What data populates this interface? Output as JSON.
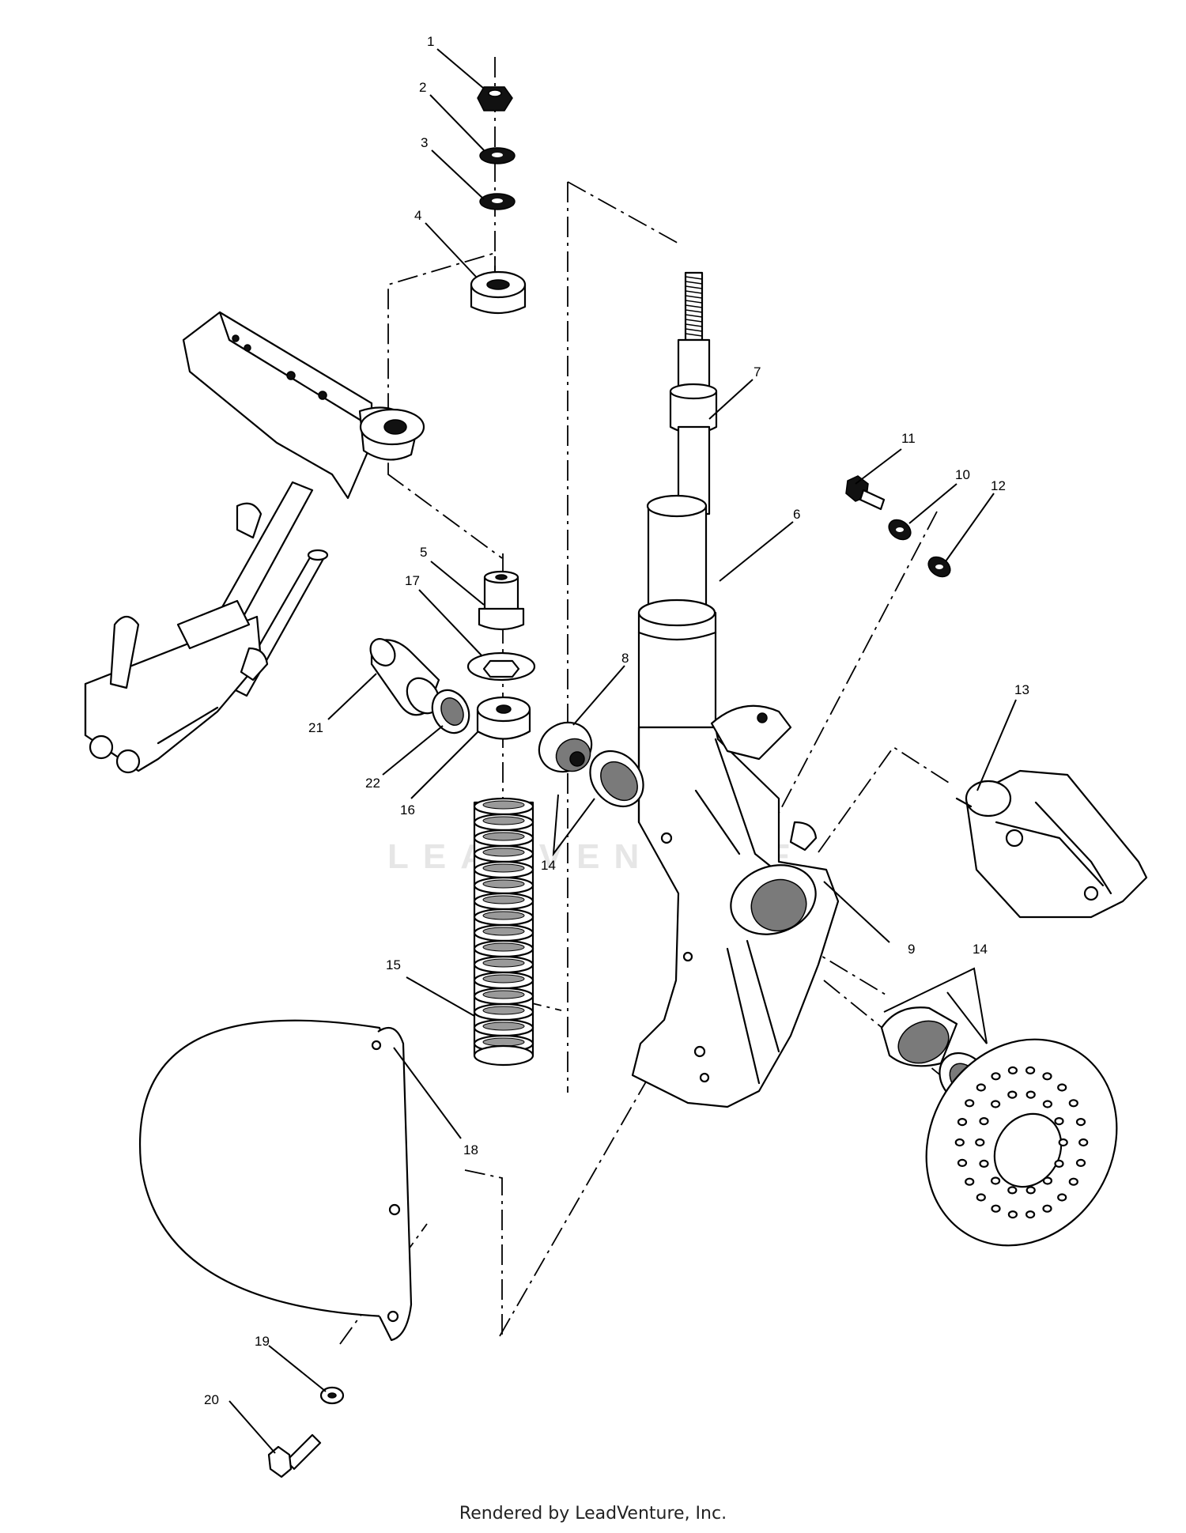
{
  "diagram": {
    "callouts": [
      {
        "id": "1",
        "label": "1"
      },
      {
        "id": "2",
        "label": "2"
      },
      {
        "id": "3",
        "label": "3"
      },
      {
        "id": "4",
        "label": "4"
      },
      {
        "id": "5",
        "label": "5"
      },
      {
        "id": "6",
        "label": "6"
      },
      {
        "id": "7",
        "label": "7"
      },
      {
        "id": "8",
        "label": "8"
      },
      {
        "id": "9",
        "label": "9"
      },
      {
        "id": "10",
        "label": "10"
      },
      {
        "id": "11",
        "label": "11"
      },
      {
        "id": "12",
        "label": "12"
      },
      {
        "id": "13",
        "label": "13"
      },
      {
        "id": "14a",
        "label": "14"
      },
      {
        "id": "14b",
        "label": "14"
      },
      {
        "id": "15",
        "label": "15"
      },
      {
        "id": "16",
        "label": "16"
      },
      {
        "id": "17",
        "label": "17"
      },
      {
        "id": "18",
        "label": "18"
      },
      {
        "id": "19",
        "label": "19"
      },
      {
        "id": "20",
        "label": "20"
      },
      {
        "id": "21",
        "label": "21"
      },
      {
        "id": "22",
        "label": "22"
      }
    ],
    "watermark": "LEADVENTURE"
  },
  "footer": {
    "text": "Rendered by LeadVenture, Inc."
  }
}
